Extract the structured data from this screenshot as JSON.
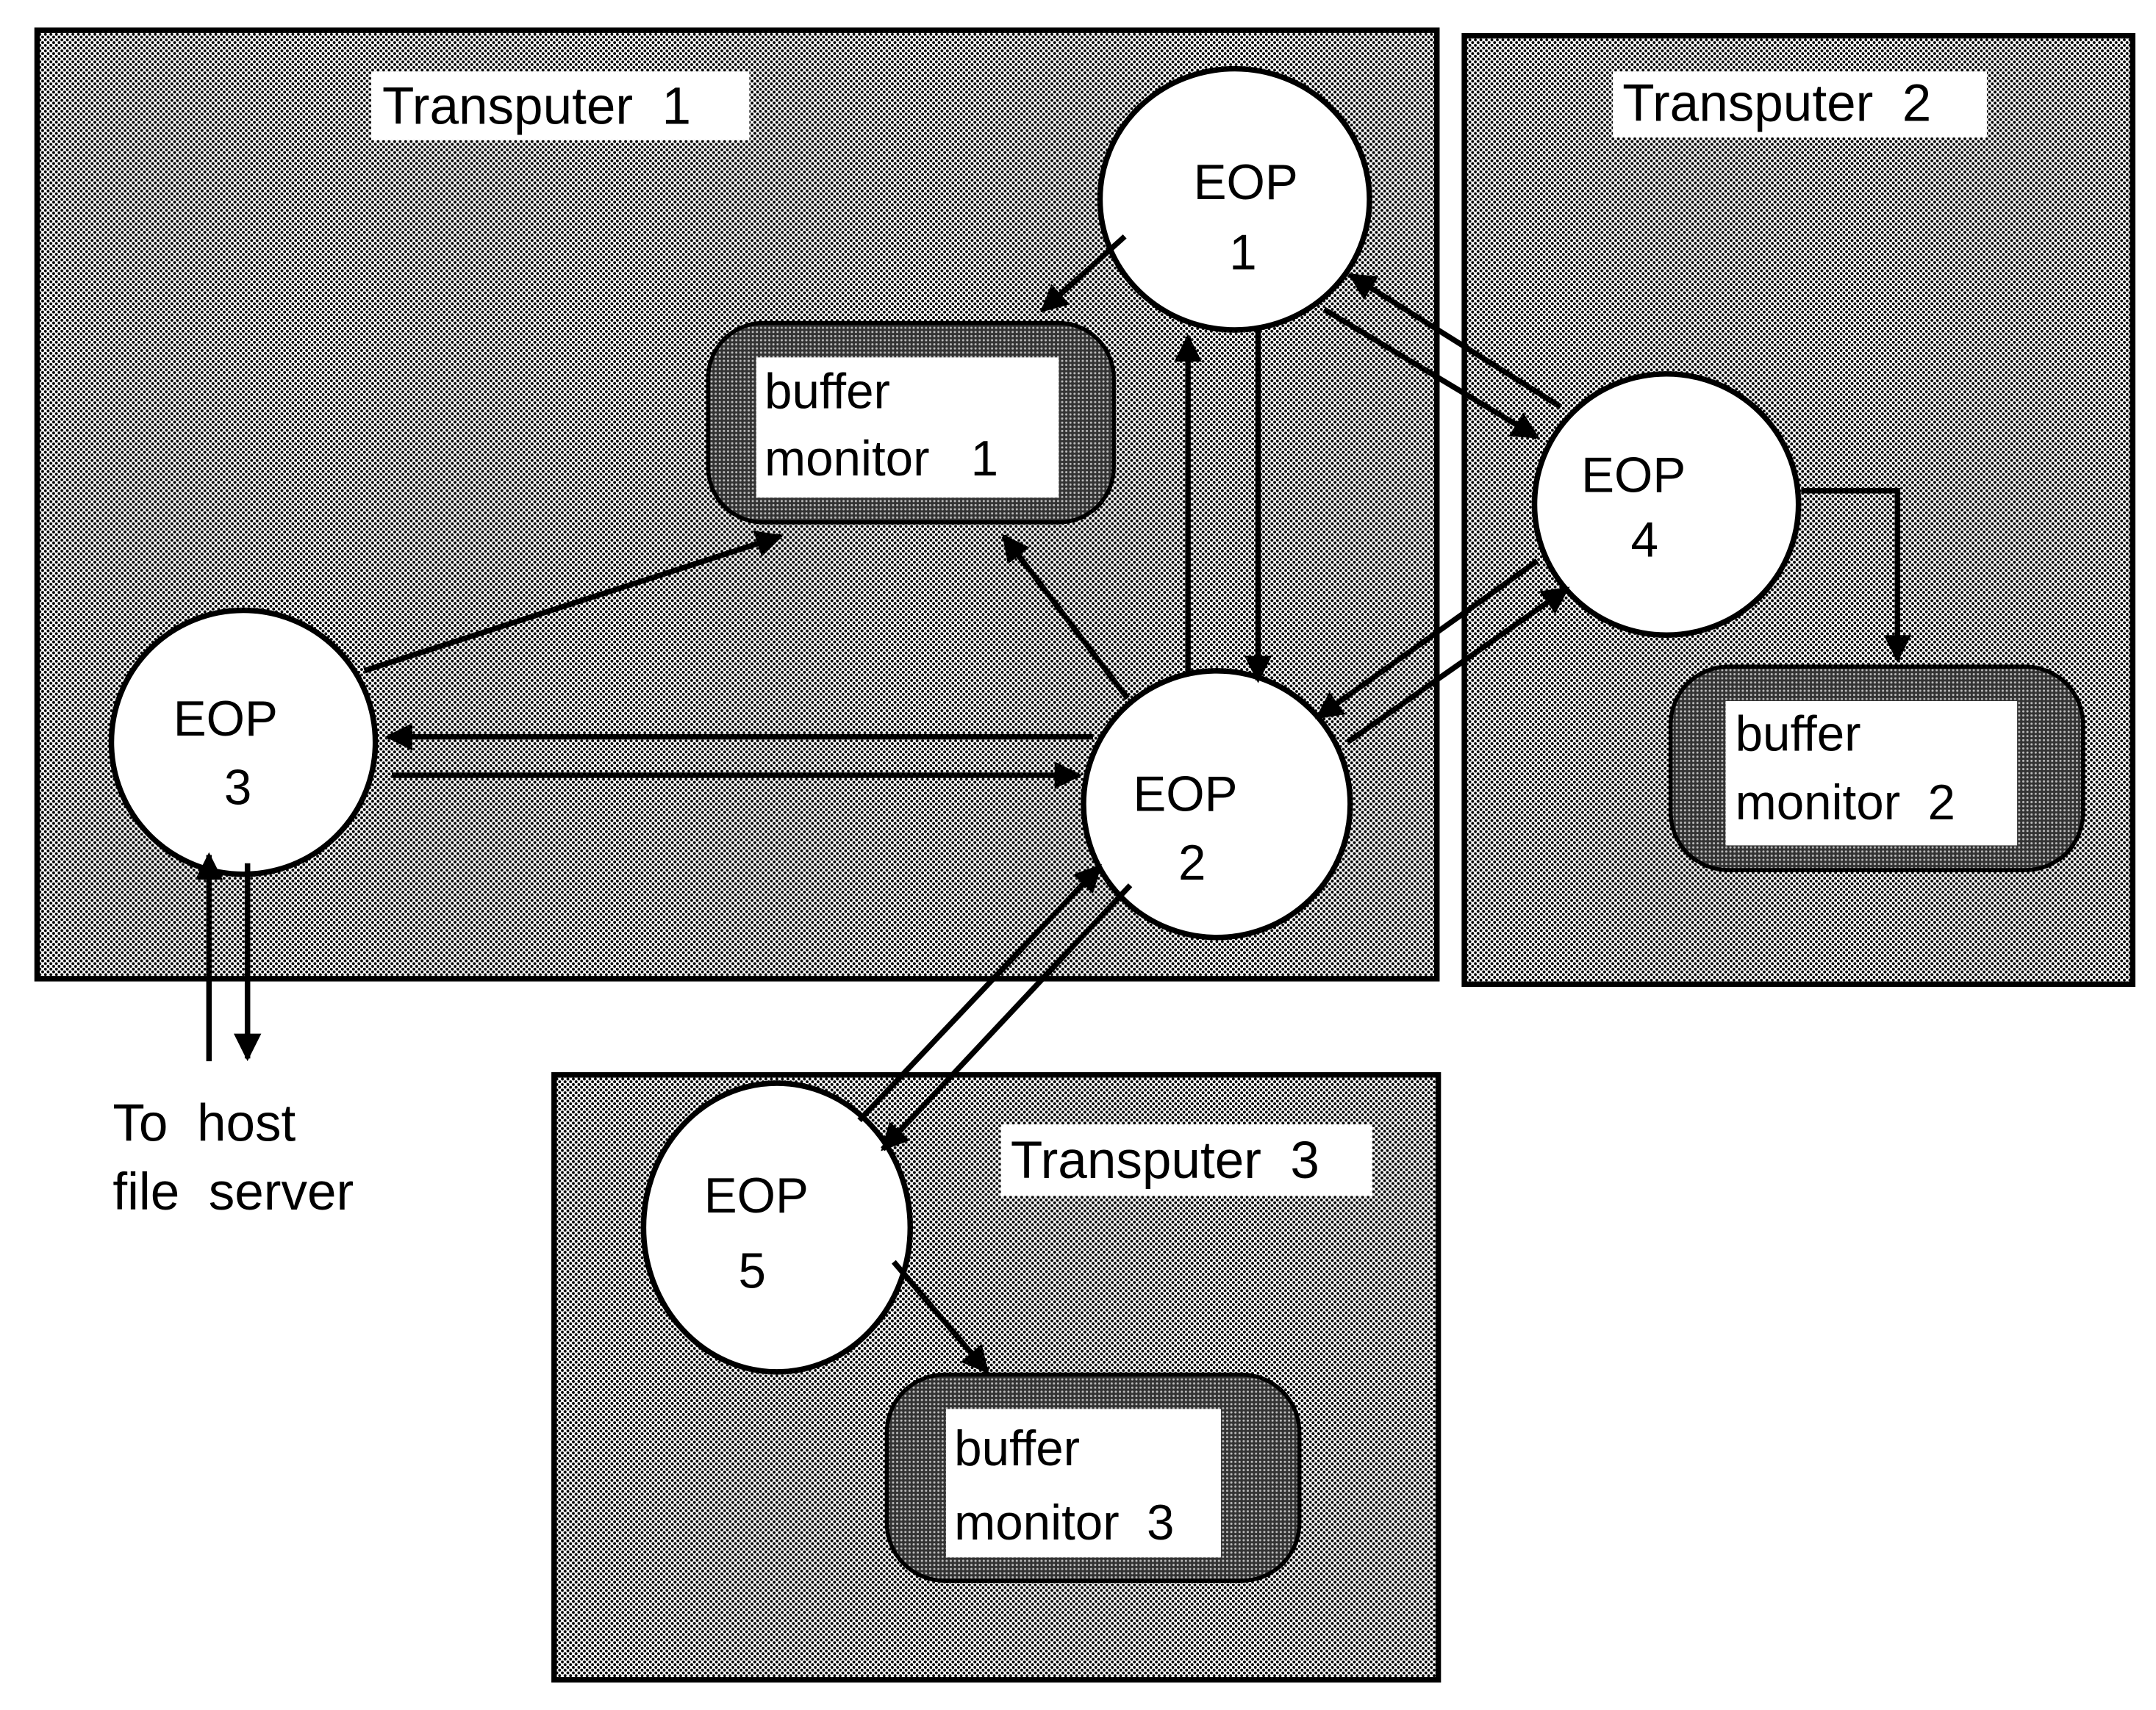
{
  "diagram": {
    "transputers": [
      {
        "id": "t1",
        "label": "Transputer  1"
      },
      {
        "id": "t2",
        "label": "Transputer  2"
      },
      {
        "id": "t3",
        "label": "Transputer  3"
      }
    ],
    "eops": [
      {
        "id": "eop1",
        "line1": "EOP",
        "line2": "1",
        "transputer": "t1"
      },
      {
        "id": "eop2",
        "line1": "EOP",
        "line2": "2",
        "transputer": "t1"
      },
      {
        "id": "eop3",
        "line1": "EOP",
        "line2": "3",
        "transputer": "t1"
      },
      {
        "id": "eop4",
        "line1": "EOP",
        "line2": "4",
        "transputer": "t2"
      },
      {
        "id": "eop5",
        "line1": "EOP",
        "line2": "5",
        "transputer": "t3"
      }
    ],
    "buffer_monitors": [
      {
        "id": "bm1",
        "line1": "buffer",
        "line2": "monitor   1",
        "transputer": "t1"
      },
      {
        "id": "bm2",
        "line1": "buffer",
        "line2": "monitor  2",
        "transputer": "t2"
      },
      {
        "id": "bm3",
        "line1": "buffer",
        "line2": "monitor  3",
        "transputer": "t3"
      }
    ],
    "host": {
      "line1": "To  host",
      "line2": "file  server"
    },
    "edges": [
      {
        "from": "eop1",
        "to": "bm1"
      },
      {
        "from": "eop1",
        "to": "eop2"
      },
      {
        "from": "eop2",
        "to": "eop1"
      },
      {
        "from": "eop1",
        "to": "eop4"
      },
      {
        "from": "eop4",
        "to": "eop1"
      },
      {
        "from": "eop2",
        "to": "bm1"
      },
      {
        "from": "eop3",
        "to": "bm1"
      },
      {
        "from": "eop2",
        "to": "eop3"
      },
      {
        "from": "eop3",
        "to": "eop2"
      },
      {
        "from": "eop4",
        "to": "eop2"
      },
      {
        "from": "eop2",
        "to": "eop4"
      },
      {
        "from": "eop4",
        "to": "bm2"
      },
      {
        "from": "eop2",
        "to": "eop5"
      },
      {
        "from": "eop5",
        "to": "eop2"
      },
      {
        "from": "eop5",
        "to": "bm3"
      },
      {
        "from": "host",
        "to": "eop3"
      },
      {
        "from": "eop3",
        "to": "host"
      }
    ]
  }
}
